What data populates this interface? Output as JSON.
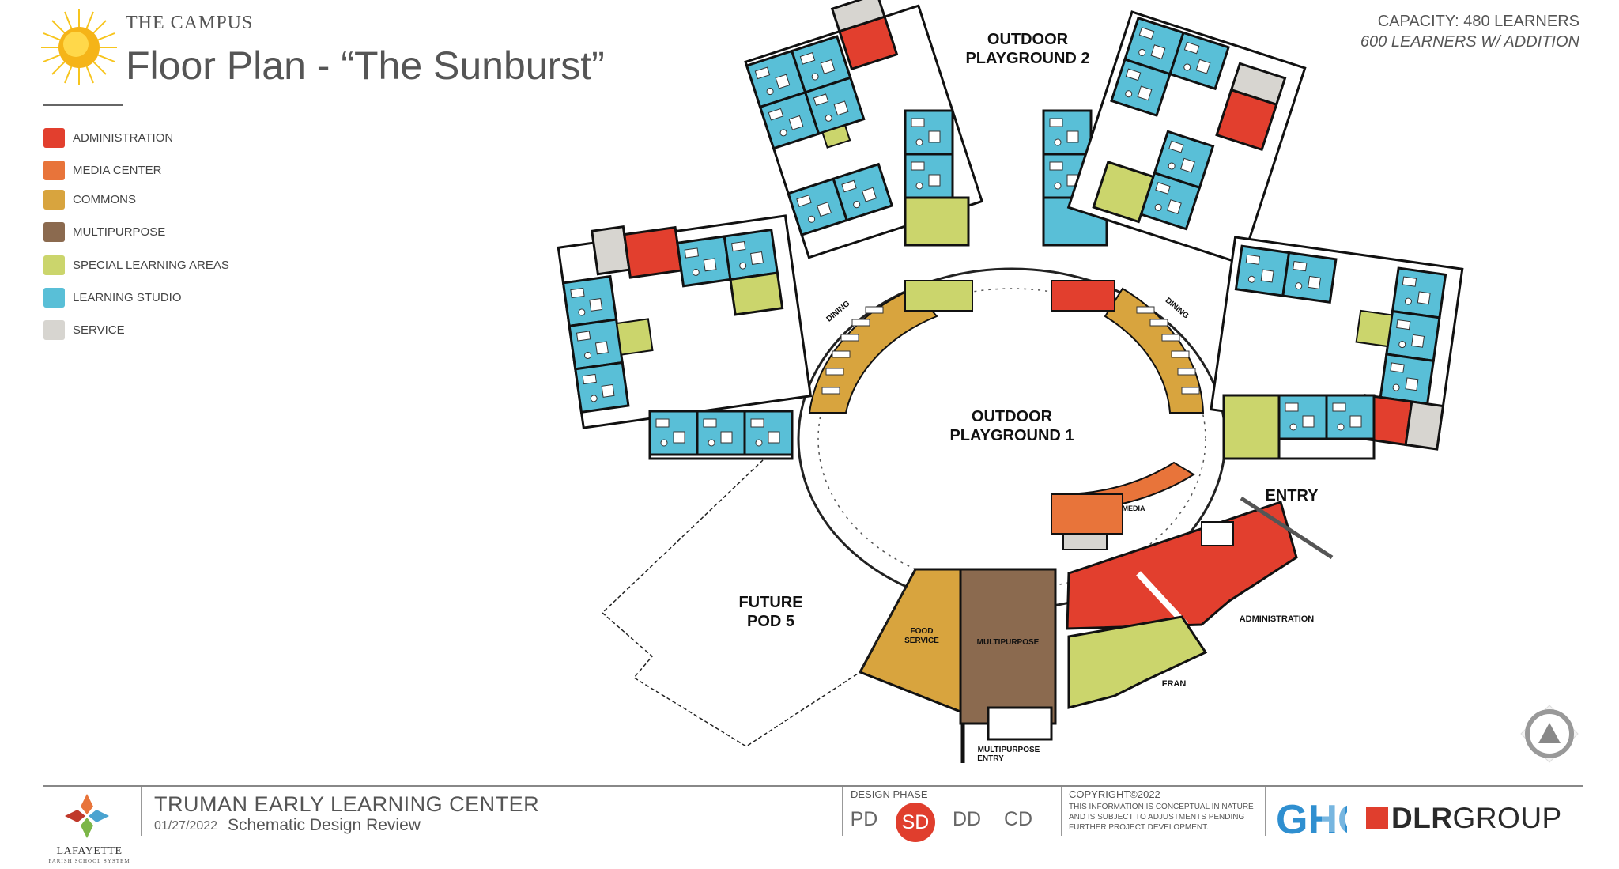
{
  "header": {
    "subtitle": "THE CAMPUS",
    "title": "Floor Plan - “The Sunburst”"
  },
  "capacity": {
    "line1": "CAPACITY:  480 LEARNERS",
    "line2": "600 LEARNERS W/ ADDITION"
  },
  "colors": {
    "administration": "#e23f2e",
    "media_center": "#e8743a",
    "commons": "#d8a43e",
    "multipurpose": "#8b6a4f",
    "special_learning": "#cbd56c",
    "learning_studio": "#59bfd7",
    "service": "#d7d5d0",
    "accent_red": "#e03e2d"
  },
  "legend": [
    {
      "label": "ADMINISTRATION",
      "color": "#e23f2e"
    },
    {
      "label": "MEDIA CENTER",
      "color": "#e8743a"
    },
    {
      "label": "COMMONS",
      "color": "#d8a43e"
    },
    {
      "label": "MULTIPURPOSE",
      "color": "#8b6a4f"
    },
    {
      "label": "SPECIAL LEARNING AREAS",
      "color": "#cbd56c"
    },
    {
      "label": "LEARNING STUDIO",
      "color": "#59bfd7"
    },
    {
      "label": "SERVICE",
      "color": "#d7d5d0"
    }
  ],
  "plan_labels": {
    "playground2_l1": "OUTDOOR",
    "playground2_l2": "PLAYGROUND 2",
    "playground1_l1": "OUTDOOR",
    "playground1_l2": "PLAYGROUND 1",
    "future_l1": "FUTURE",
    "future_l2": "POD 5",
    "entry": "ENTRY",
    "dining_left": "DINING",
    "dining_right": "DINING",
    "media": "MEDIA",
    "food_l1": "FOOD",
    "food_l2": "SERVICE",
    "multipurpose": "MULTIPURPOSE",
    "administration": "ADMINISTRATION",
    "fran": "FRAN",
    "mp_entry_l1": "MULTIPURPOSE",
    "mp_entry_l2": "ENTRY"
  },
  "footer": {
    "org_name": "LAFAYETTE",
    "org_sub": "PARISH SCHOOL SYSTEM",
    "project_name": "TRUMAN EARLY LEARNING CENTER",
    "date": "01/27/2022",
    "phase_name": "Schematic Design Review",
    "design_phase_label": "DESIGN PHASE",
    "phases": [
      {
        "label": "PD",
        "active": false
      },
      {
        "label": "SD",
        "active": true
      },
      {
        "label": "DD",
        "active": false
      },
      {
        "label": "CD",
        "active": false
      }
    ],
    "copyright_title": "COPYRIGHT©2022",
    "copyright_text": "THIS INFORMATION IS CONCEPTUAL IN NATURE AND IS SUBJECT TO ADJUSTMENTS PENDING FURTHER PROJECT DEVELOPMENT.",
    "ghc_logo": "GHC",
    "dlr_bold": "DLR",
    "dlr_light": "GROUP"
  },
  "icons": [
    "sun-icon",
    "north-arrow-icon",
    "lafayette-logo-icon",
    "ghc-logo-icon",
    "dlr-logo-icon"
  ]
}
